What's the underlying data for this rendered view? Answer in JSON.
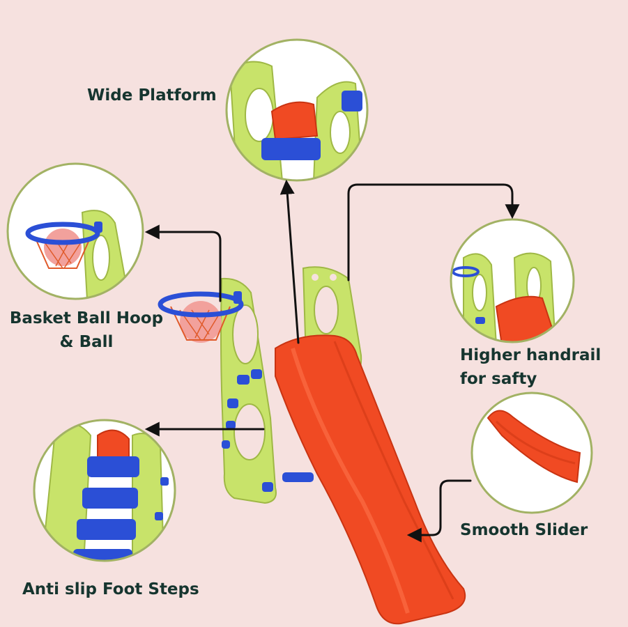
{
  "background_color": "#f6e1df",
  "label_color": "#16352f",
  "colors": {
    "slide_red": "#f04a23",
    "frame_green": "#c8e36a",
    "step_blue": "#2b4fd6",
    "circle_border": "#a2b264"
  },
  "features": [
    {
      "id": "platform",
      "lines": [
        "Wide Platform"
      ]
    },
    {
      "id": "hoop",
      "lines": [
        "Basket Ball Hoop",
        "& Ball"
      ]
    },
    {
      "id": "handrail",
      "lines": [
        "Higher handrail",
        "for safty"
      ]
    },
    {
      "id": "slider",
      "lines": [
        "Smooth Slider"
      ]
    },
    {
      "id": "steps",
      "lines": [
        "Anti slip Foot Steps"
      ]
    }
  ]
}
